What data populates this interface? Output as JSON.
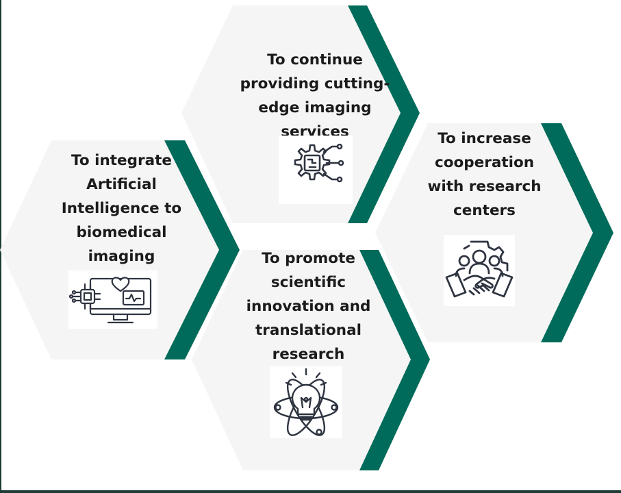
{
  "colors": {
    "accent": "#006b5a",
    "hexagon_fill": "#f5f5f5",
    "icon_stroke": "#2e3440",
    "frame": "#1f3b35"
  },
  "goals": [
    {
      "text": "To continue\nproviding cutting-\nedge imaging\nservices",
      "icon": "gear-circuit-icon"
    },
    {
      "text": "To integrate\nArtificial\nIntelligence to\nbiomedical\nimaging",
      "icon": "ai-monitor-heart-icon"
    },
    {
      "text": "To increase\ncooperation\nwith research\ncenters",
      "icon": "handshake-team-icon"
    },
    {
      "text": "To promote\nscientific\ninnovation and\ntranslational\nresearch",
      "icon": "lightbulb-atom-icon"
    }
  ]
}
